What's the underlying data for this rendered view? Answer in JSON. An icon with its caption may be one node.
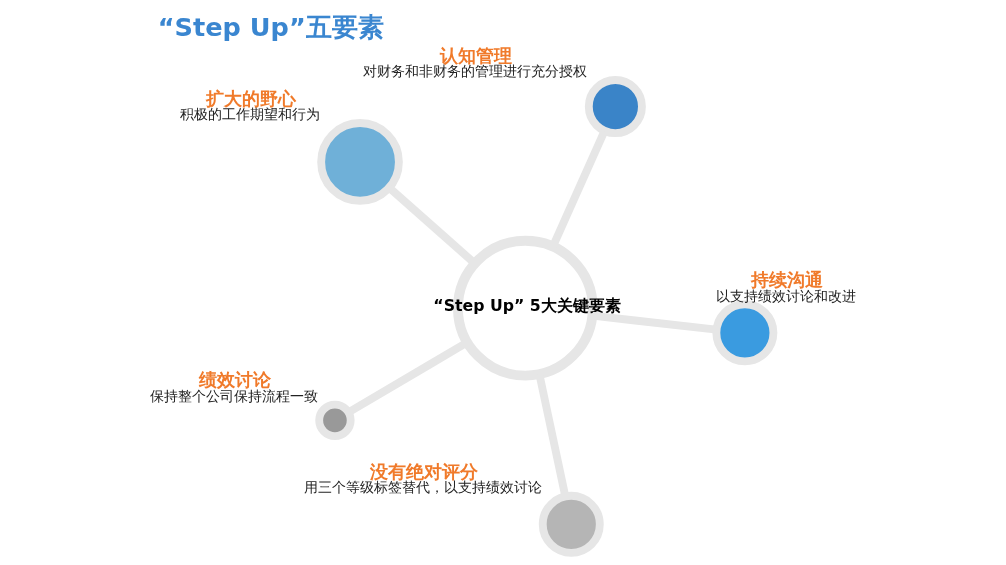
{
  "diagram": {
    "title": "“Step Up”五要素",
    "nodes": [
      {
        "text": [
          "扩大的野心",
          "积极的工作期望和行为"
        ]
      },
      {
        "text": [
          "持续沟通",
          "以支持绩效讨论和改进"
        ]
      },
      {
        "text": [
          "没有绝对评分",
          "用三个等级标签替代，以支持绩效讨论"
        ]
      },
      {
        "text": [
          "“Step Up” 5大关键要素"
        ]
      },
      {
        "text": [
          "认知管理",
          "对财务和非财务的管理进行充分授权"
        ]
      },
      {
        "text": [
          "绩效讨论",
          "保持整个公司保持流程一致"
        ]
      }
    ],
    "edges": [
      {
        "from": 3,
        "to": 0,
        "arrow": "none"
      },
      {
        "from": 3,
        "to": 1,
        "arrow": "none"
      },
      {
        "from": 3,
        "to": 2,
        "arrow": "none"
      },
      {
        "from": 3,
        "to": 4,
        "arrow": "none"
      },
      {
        "from": 3,
        "to": 5,
        "arrow": "none"
      }
    ]
  }
}
